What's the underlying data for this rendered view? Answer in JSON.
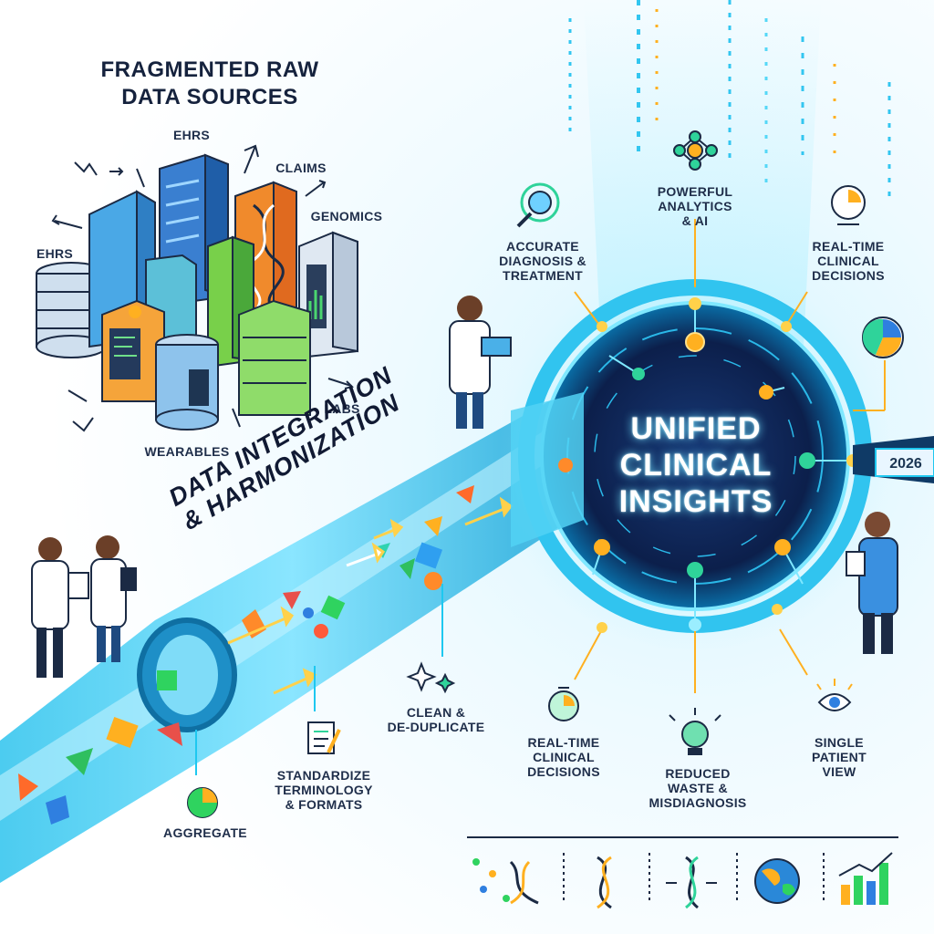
{
  "title_line1": "FRAGMENTED RAW",
  "title_line2": "DATA SOURCES",
  "sources": {
    "ehrs_top": "EHRs",
    "ehrs_left": "EHRs",
    "claims": "CLAIMS",
    "genomics": "GENOMICS",
    "labs": "LABS",
    "wearables": "WEARABLES"
  },
  "pipeline": {
    "line1": "DATA INTEGRATION",
    "line2": "& HARMONIZATION",
    "steps": {
      "aggregate": "AGGREGATE",
      "standardize_1": "STANDARDIZE",
      "standardize_2": "TERMINOLOGY",
      "standardize_3": "& FORMATS",
      "clean_1": "CLEAN &",
      "clean_2": "DE-DUPLICATE"
    }
  },
  "hub": {
    "line1": "UNIFIED",
    "line2": "CLINICAL",
    "line3": "INSIGHTS",
    "year": "2026"
  },
  "outcomes": {
    "powerful_1": "POWERFUL",
    "powerful_2": "ANALYTICS",
    "powerful_3": "& AI",
    "accurate_1": "ACCURATE",
    "accurate_2": "DIAGNOSIS &",
    "accurate_3": "TREATMENT",
    "realtime_top_1": "REAL-TIME",
    "realtime_top_2": "CLINICAL",
    "realtime_top_3": "DECISIONS",
    "realtime_bottom_1": "REAL-TIME",
    "realtime_bottom_2": "CLINICAL",
    "realtime_bottom_3": "DECISIONS",
    "reduced_1": "REDUCED",
    "reduced_2": "WASTE &",
    "reduced_3": "MISDIAGNOSIS",
    "single_1": "SINGLE",
    "single_2": "PATIENT",
    "single_3": "VIEW"
  },
  "icons": [
    "dna-scatter-icon",
    "dna-helix-icon",
    "dna-arrows-icon",
    "globe-map-icon",
    "bar-chart-icon",
    "network-node-icon",
    "magnifier-icon",
    "clock-icon",
    "pie-chart-icon",
    "stopwatch-icon",
    "lightbulb-icon",
    "eye-icon",
    "checklist-icon",
    "sparkle-icon",
    "donut-chart-icon",
    "doctor-figure"
  ],
  "colors": {
    "accent_cyan": "#1ec8f0",
    "hub_dark": "#0d2150",
    "node_orange": "#ffb020",
    "node_green": "#2fd39a",
    "text_dark": "#1b2a44"
  }
}
